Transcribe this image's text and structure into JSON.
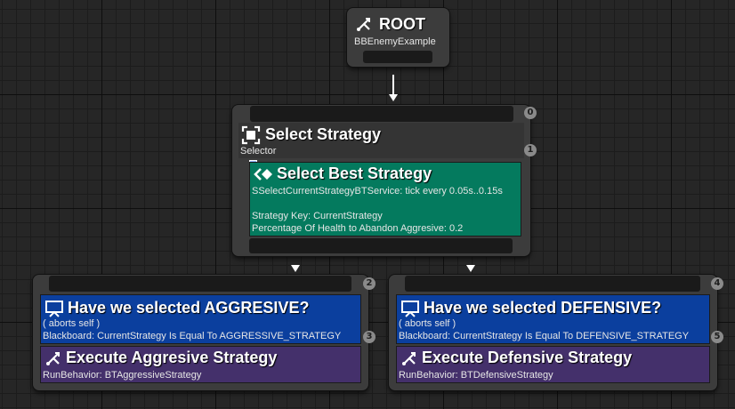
{
  "root": {
    "title": "ROOT",
    "subtitle": "BBEnemyExample"
  },
  "selector": {
    "index": "0",
    "title": "Select Strategy",
    "subtitle": "Selector",
    "service_index": "1",
    "service": {
      "title": "Select Best Strategy",
      "line1": "SSelectCurrentStrategyBTService: tick every 0.05s..0.15s",
      "line2": "Strategy Key: CurrentStrategy",
      "line3": "Percentage Of Health to Abandon Aggresive: 0.2"
    }
  },
  "left": {
    "index": "2",
    "decorator": {
      "title": "Have we selected AGGRESIVE?",
      "line1": "( aborts self )",
      "line2": "Blackboard: CurrentStrategy Is Equal To AGGRESSIVE_STRATEGY",
      "index": "3"
    },
    "task": {
      "title": "Execute Aggresive Strategy",
      "subtitle": "RunBehavior: BTAggressiveStrategy"
    }
  },
  "right": {
    "index": "4",
    "decorator": {
      "title": "Have we selected DEFENSIVE?",
      "line1": "( aborts self )",
      "line2": "Blackboard: CurrentStrategy Is Equal To DEFENSIVE_STRATEGY",
      "index": "5"
    },
    "task": {
      "title": "Execute Defensive Strategy",
      "subtitle": "RunBehavior: BTDefensiveStrategy"
    }
  },
  "colors": {
    "service": "#047a5e",
    "decorator": "#0b3f9e",
    "task": "#44306b",
    "composite": "#343434"
  },
  "icons": [
    "root-icon",
    "selector-icon",
    "service-icon",
    "decorator-icon",
    "run-behavior-icon"
  ]
}
